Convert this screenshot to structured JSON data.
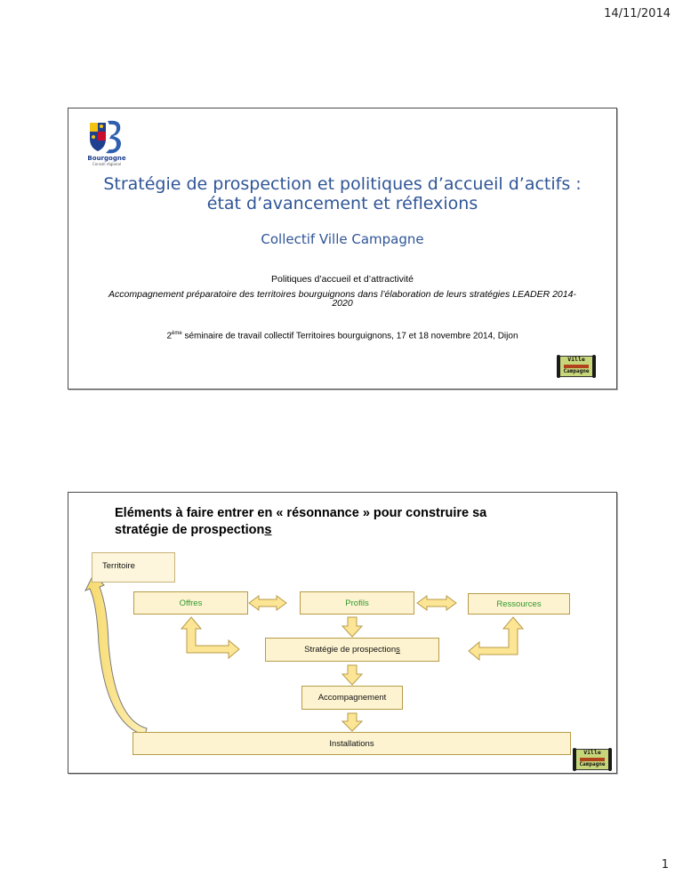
{
  "page": {
    "date": "14/11/2014",
    "number": "1"
  },
  "slide1": {
    "logo_name": "Bourgogne",
    "logo_sub": "Conseil régional",
    "title_line1": "Stratégie de prospection et politiques d’accueil d’actifs :",
    "title_line2": "état d’avancement et réflexions",
    "subtitle": "Collectif Ville Campagne",
    "line1": "Politiques d’accueil et d’attractivité",
    "line2": "Accompagnement préparatoire des territoires bourguignons dans l’élaboration de leurs stratégies LEADER 2014-2020",
    "line3_num": "2",
    "line3_sup": "ème",
    "line3_rest": " séminaire de travail collectif Territoires bourguignons, 17 et 18 novembre 2014, Dijon",
    "logo_vc_top": "Ville",
    "logo_vc_bottom": "Campagne"
  },
  "slide2": {
    "title_part1": "Eléments à faire entrer en « résonnance » pour construire sa stratégie de prospection",
    "title_part2": "s",
    "territory": "Territoire",
    "offres": "Offres",
    "profils": "Profils",
    "ressources": "Ressources",
    "strategie_part1": "Stratégie de prospection",
    "strategie_part2": "s",
    "accompagnement": "Accompagnement",
    "installations": "Installations",
    "logo_vc_top": "Ville",
    "logo_vc_bottom": "Campagne"
  },
  "colors": {
    "title_blue": "#2f5597",
    "box_fill": "#fdf3d0",
    "arrow_fill": "#fce594",
    "green_text": "#2e9a2e"
  }
}
